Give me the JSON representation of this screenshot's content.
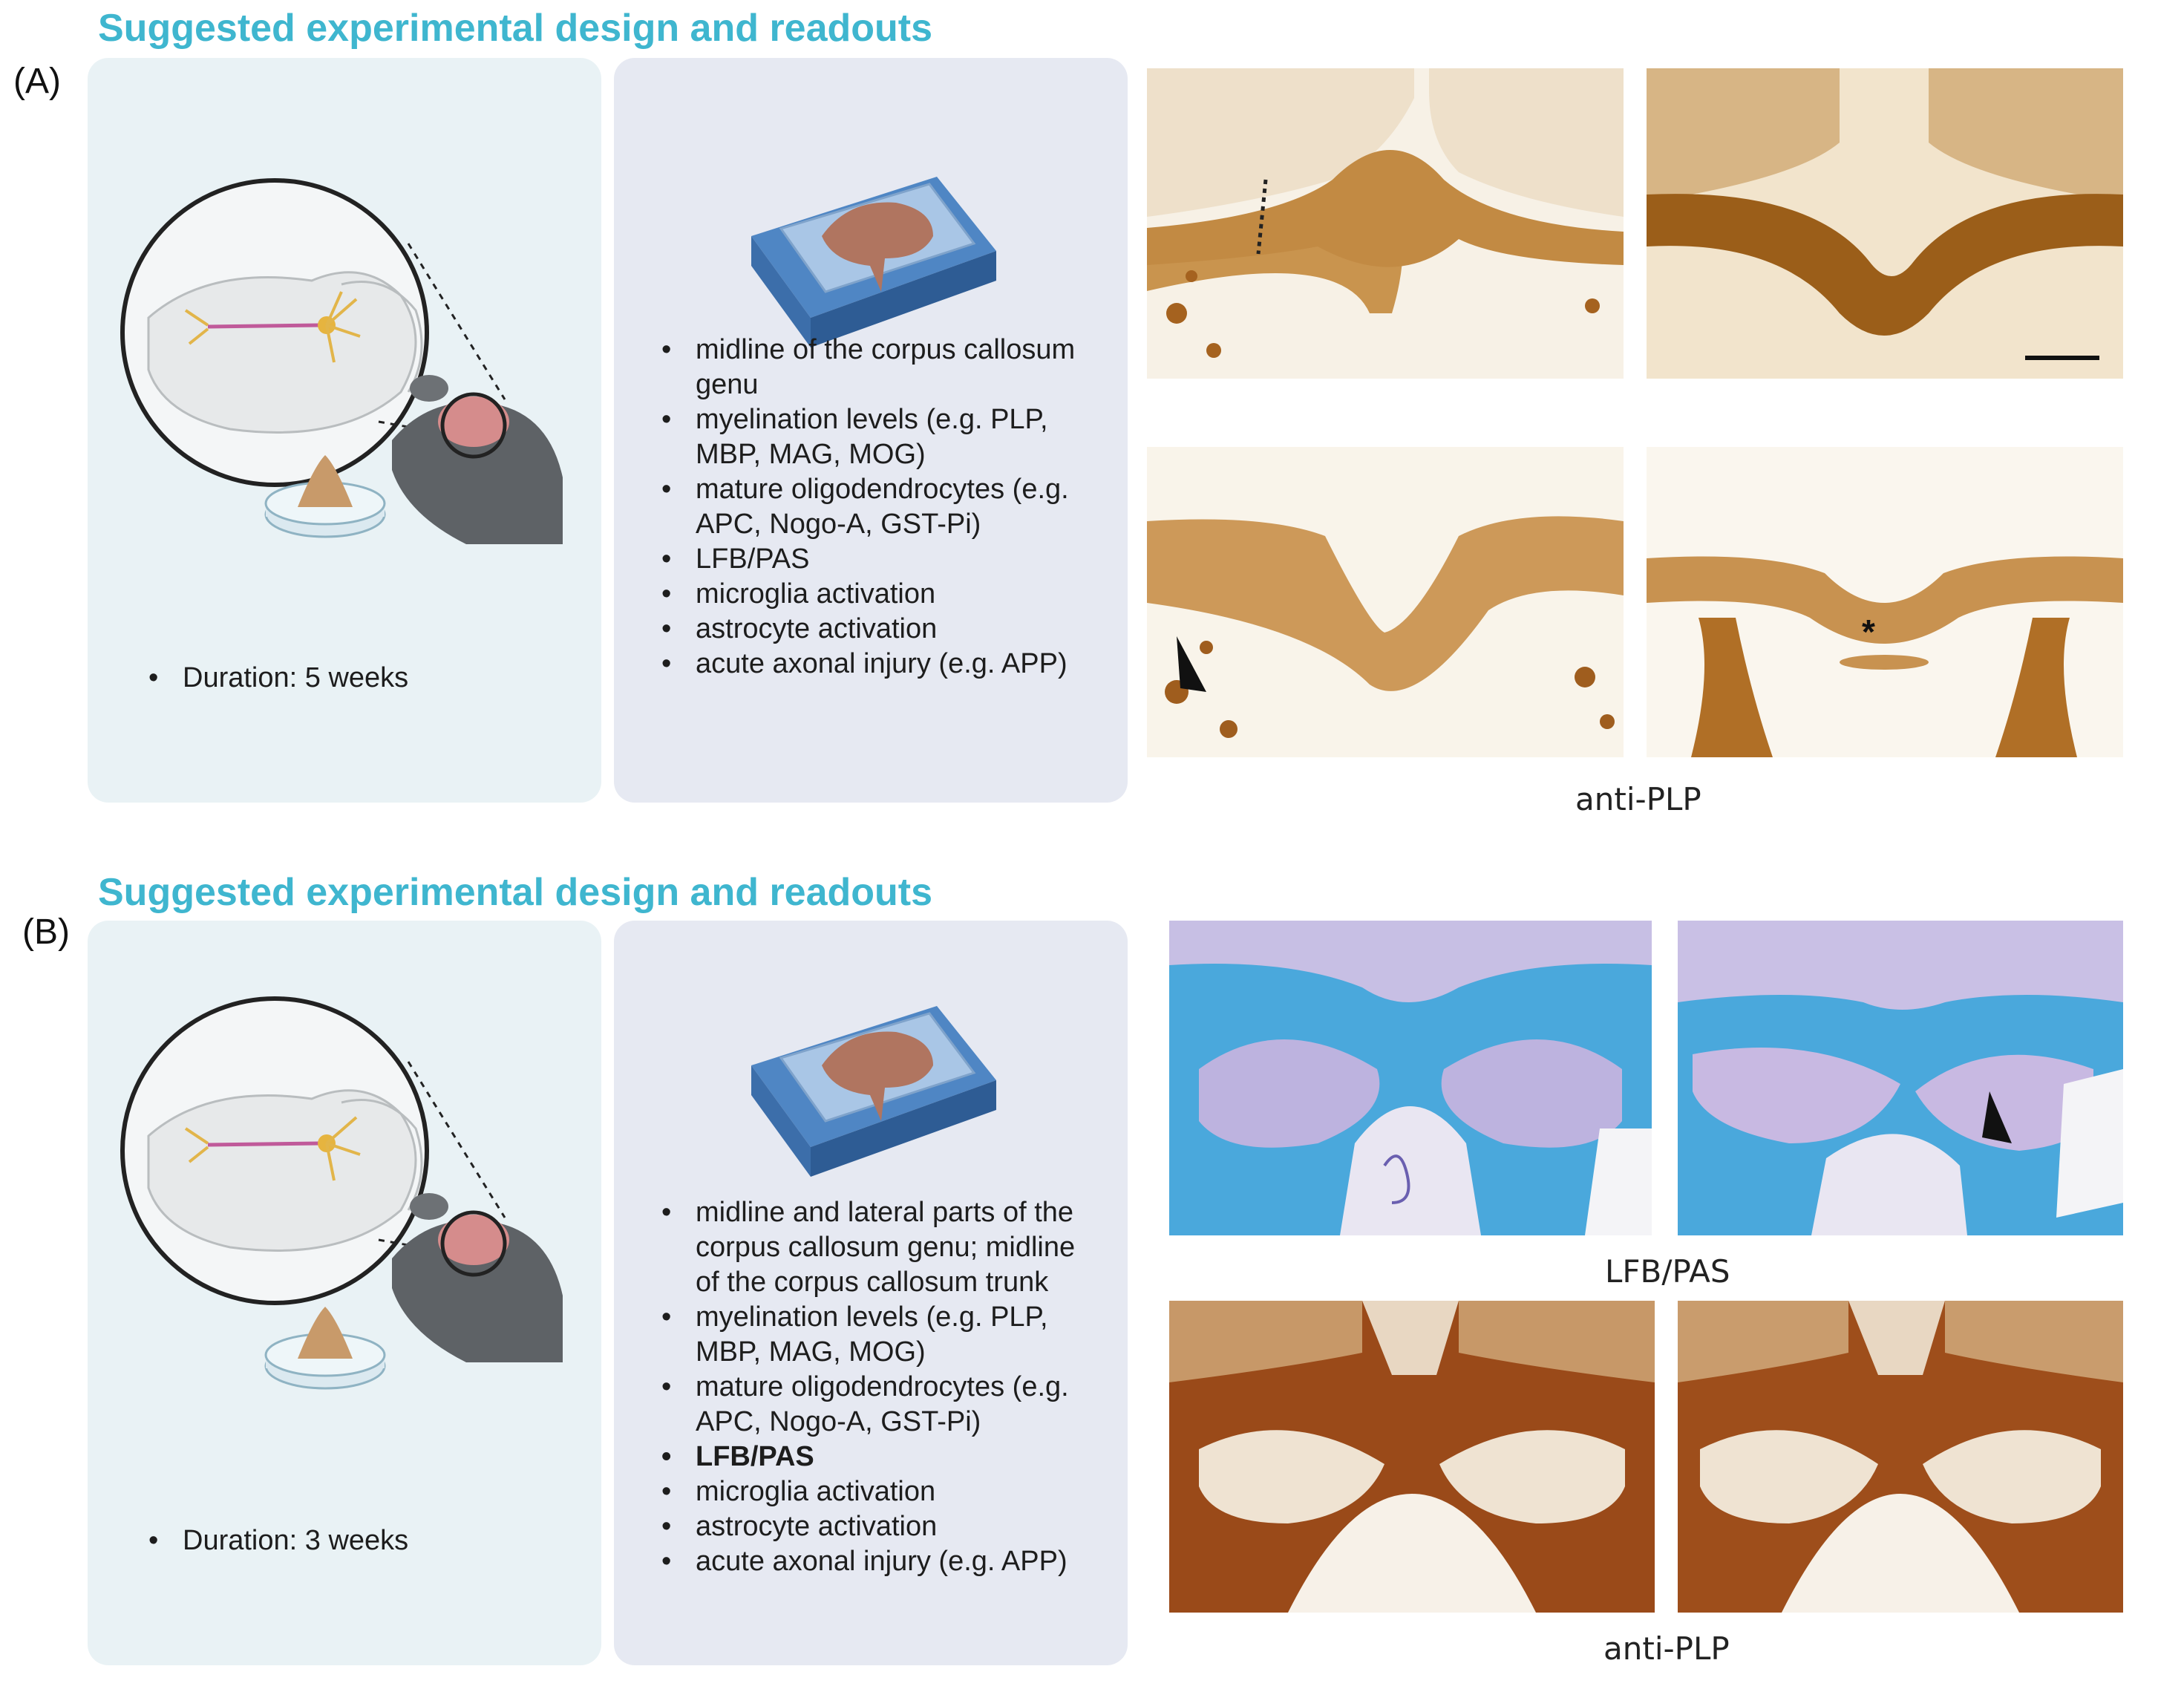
{
  "panelA": {
    "label": "(A)",
    "title": "Suggested experimental design and readouts",
    "duration": "Duration: 5 weeks",
    "readouts": [
      {
        "text": "midline of the corpus callosum genu",
        "bold": false
      },
      {
        "text": "myelination levels (e.g. PLP, MBP, MAG, MOG)",
        "bold": false
      },
      {
        "text": "mature oligodendrocytes (e.g. APC, Nogo-A, GST-Pi)",
        "bold": false
      },
      {
        "text": "LFB/PAS",
        "bold": false
      },
      {
        "text": "microglia activation",
        "bold": false
      },
      {
        "text": "astrocyte activation",
        "bold": false
      },
      {
        "text": "acute axonal injury (e.g. APP)",
        "bold": false
      }
    ],
    "caption": "anti-PLP",
    "asterisk": "*"
  },
  "panelB": {
    "label": "(B)",
    "title": "Suggested experimental design and readouts",
    "duration": "Duration: 3 weeks",
    "readouts": [
      {
        "text": "midline and lateral parts of the corpus callosum genu; midline of the corpus callosum trunk",
        "bold": false
      },
      {
        "text": "myelination levels (e.g. PLP, MBP, MAG, MOG)",
        "bold": false
      },
      {
        "text": "mature oligodendrocytes (e.g. APC, Nogo-A, GST-Pi)",
        "bold": false
      },
      {
        "text": "LFB/PAS",
        "bold": true
      },
      {
        "text": "microglia activation",
        "bold": false
      },
      {
        "text": "astrocyte activation",
        "bold": false
      },
      {
        "text": "acute axonal injury (e.g. APP)",
        "bold": false
      }
    ],
    "caption_lfb": "LFB/PAS",
    "caption_plp": "anti-PLP"
  },
  "colors": {
    "title": "#3fb6cf",
    "card_left": "#e9f2f5",
    "card_mid": "#e6e9f2",
    "plp_stain": "#b8782e",
    "plp_dark": "#8a4a18",
    "lfb_blue": "#4aa8dc",
    "pas_pink": "#c8bde6"
  },
  "icons": [
    "brain-magnifier-icon",
    "mouse-icon",
    "petri-dish-icon",
    "tissue-slide-icon",
    "arrowhead-icon",
    "scale-bar-icon"
  ]
}
